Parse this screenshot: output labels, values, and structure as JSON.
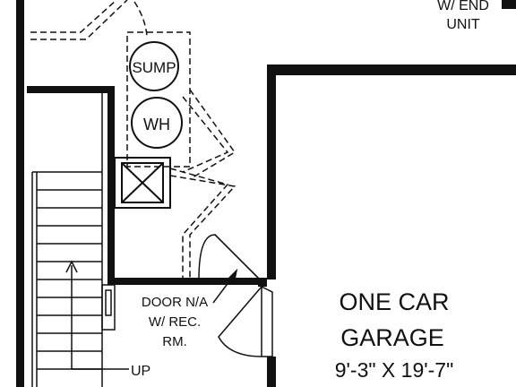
{
  "labels": {
    "end_unit": [
      "W/ END",
      "UNIT"
    ],
    "sump": "SUMP",
    "water_heater": "WH",
    "door_note": [
      "DOOR N/A",
      "W/ REC.",
      "RM."
    ],
    "garage": [
      "ONE CAR",
      "GARAGE",
      "9'-3\" X 19'-7\""
    ],
    "stairs": "UP"
  },
  "colors": {
    "wall": "#111111",
    "background": "#ffffff"
  }
}
